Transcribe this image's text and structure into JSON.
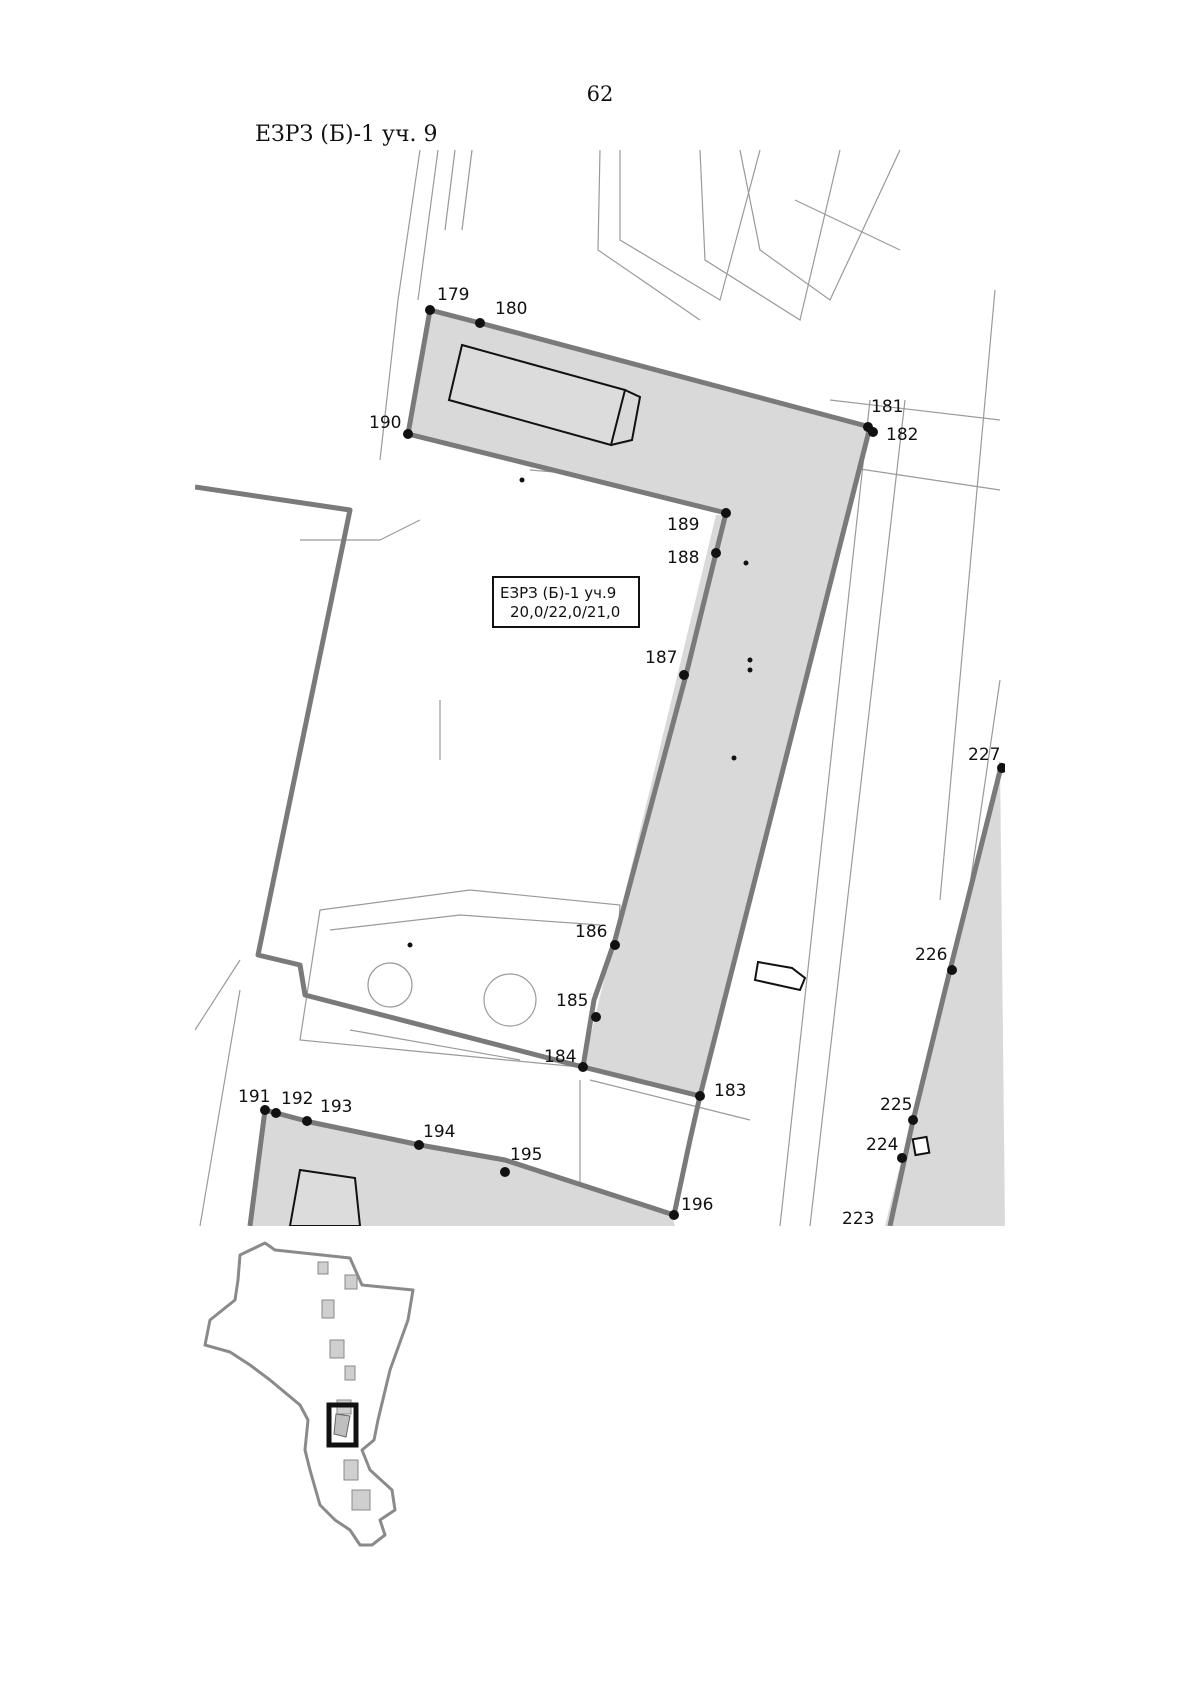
{
  "page_number": "62",
  "zone_heading": "ЕЗРЗ (Б)-1 уч. 9",
  "zone_box": {
    "line1": "ЕЗРЗ (Б)-1 уч.9",
    "line2": "20,0/22,0/21,0"
  },
  "points": [
    {
      "id": "p179",
      "label": "179"
    },
    {
      "id": "p180",
      "label": "180"
    },
    {
      "id": "p181",
      "label": "181"
    },
    {
      "id": "p182",
      "label": "182"
    },
    {
      "id": "p183",
      "label": "183"
    },
    {
      "id": "p184",
      "label": "184"
    },
    {
      "id": "p185",
      "label": "185"
    },
    {
      "id": "p186",
      "label": "186"
    },
    {
      "id": "p187",
      "label": "187"
    },
    {
      "id": "p188",
      "label": "188"
    },
    {
      "id": "p189",
      "label": "189"
    },
    {
      "id": "p190",
      "label": "190"
    },
    {
      "id": "p191",
      "label": "191"
    },
    {
      "id": "p192",
      "label": "192"
    },
    {
      "id": "p193",
      "label": "193"
    },
    {
      "id": "p194",
      "label": "194"
    },
    {
      "id": "p195",
      "label": "195"
    },
    {
      "id": "p196",
      "label": "196"
    },
    {
      "id": "p223",
      "label": "223"
    },
    {
      "id": "p224",
      "label": "224"
    },
    {
      "id": "p225",
      "label": "225"
    },
    {
      "id": "p226",
      "label": "226"
    },
    {
      "id": "p227",
      "label": "227"
    }
  ],
  "colors": {
    "boundary": "#7a7a7a",
    "zone_fill": "#d9d9d9",
    "street_line": "#9a9a9a",
    "marker": "#111111"
  }
}
